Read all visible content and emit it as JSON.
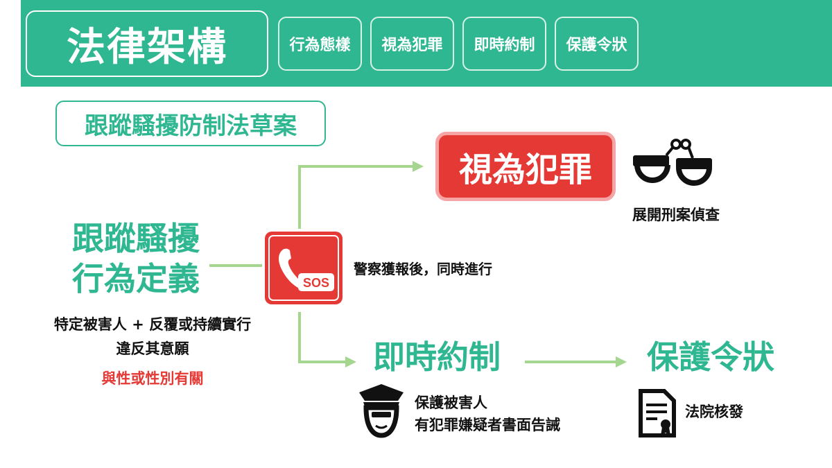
{
  "colors": {
    "accent": "#2fb791",
    "red": "#e53935",
    "line": "#a5d68f",
    "note_red": "#e53935"
  },
  "header": {
    "title": "法律架構",
    "tabs": [
      "行為態樣",
      "視為犯罪",
      "即時約制",
      "保護令狀"
    ]
  },
  "subtitle": "跟蹤騷擾防制法草案",
  "definition": {
    "heading_line1": "跟蹤騷擾",
    "heading_line2": "行為定義",
    "line1": "特定被害人 + 反覆或持續實行",
    "line2": "違反其意願",
    "line3": "與性或性別有關"
  },
  "sos": {
    "label": "SOS",
    "caption": "警察獲報後，同時進行"
  },
  "crime": {
    "label": "視為犯罪",
    "note": "展開刑案偵查",
    "icon": "handcuffs-icon"
  },
  "restraint": {
    "label": "即時約制",
    "note_line1": "保護被害人",
    "note_line2": "有犯罪嫌疑者書面告誡",
    "icon": "police-officer-icon"
  },
  "order": {
    "label": "保護令狀",
    "note": "法院核發",
    "icon": "certificate-document-icon"
  }
}
